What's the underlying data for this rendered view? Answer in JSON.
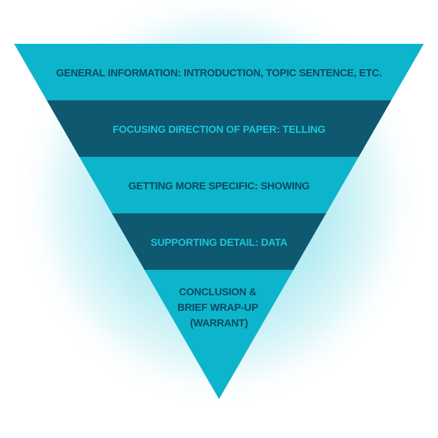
{
  "colors": {
    "light_band": "#0db5cc",
    "dark_band": "#0e5870",
    "text_on_light": "#0b4a61",
    "text_on_dark": "#19c6dc"
  },
  "layers": [
    {
      "label": "GENERAL INFORMATION: INTRODUCTION, TOPIC SENTENCE, ETC.",
      "tone": "light"
    },
    {
      "label": "FOCUSING DIRECTION OF PAPER: TELLING",
      "tone": "dark"
    },
    {
      "label": "GETTING MORE SPECIFIC: SHOWING",
      "tone": "light"
    },
    {
      "label": "SUPPORTING DETAIL: DATA",
      "tone": "dark"
    },
    {
      "label": [
        "CONCLUSION &",
        "BRIEF WRAP-UP",
        "(WARRANT)"
      ],
      "tone": "light"
    }
  ]
}
